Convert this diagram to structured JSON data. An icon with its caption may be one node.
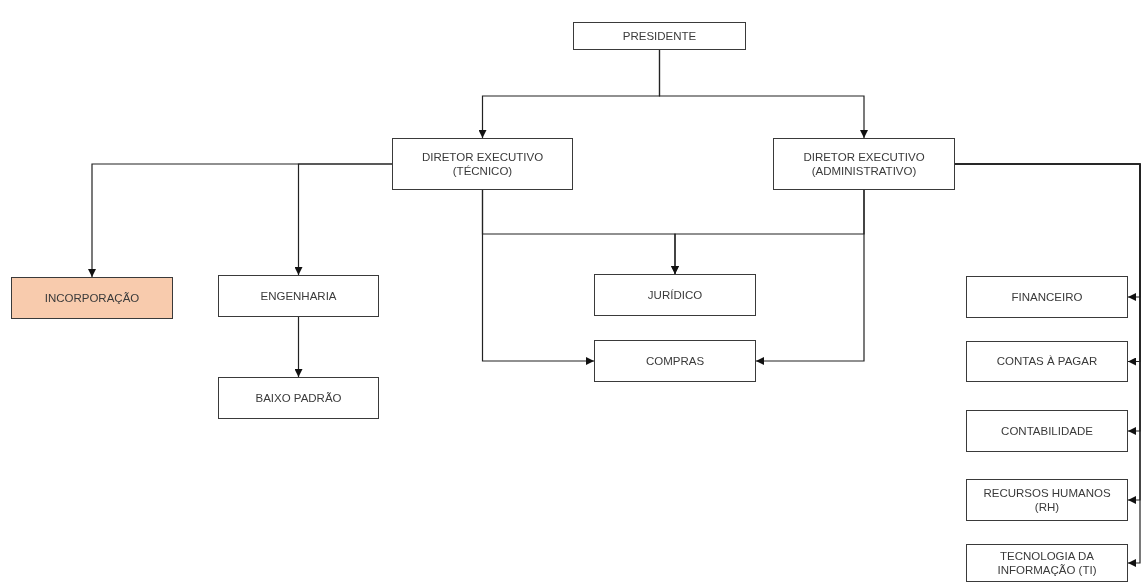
{
  "diagram": {
    "nodes": [
      {
        "text": [
          "PRESIDENTE"
        ]
      },
      {
        "text": [
          "DIRETOR EXECUTIVO (TÉCNICO)"
        ]
      },
      {
        "text": [
          "DIRETOR EXECUTIVO (ADMINISTRATIVO)"
        ]
      },
      {
        "text": [
          "INCORPORAÇÃO"
        ]
      },
      {
        "text": [
          "ENGENHARIA"
        ]
      },
      {
        "text": [
          "JURÍDICO"
        ]
      },
      {
        "text": [
          "COMPRAS"
        ]
      },
      {
        "text": [
          "BAIXO PADRÃO"
        ]
      },
      {
        "text": [
          "FINANCEIRO"
        ]
      },
      {
        "text": [
          "CONTAS À PAGAR"
        ]
      },
      {
        "text": [
          "CONTABILIDADE"
        ]
      },
      {
        "text": [
          "RECURSOS HUMANOS (RH)"
        ]
      },
      {
        "text": [
          "TECNOLOGIA DA INFORMAÇÃO (TI)"
        ]
      }
    ],
    "edges": [
      {
        "from": 0,
        "to": 1,
        "arrow": "to"
      },
      {
        "from": 0,
        "to": 2,
        "arrow": "to"
      },
      {
        "from": 1,
        "to": 3,
        "arrow": "to"
      },
      {
        "from": 1,
        "to": 4,
        "arrow": "to"
      },
      {
        "from": 1,
        "to": 5,
        "arrow": "to"
      },
      {
        "from": 2,
        "to": 5,
        "arrow": "to"
      },
      {
        "from": 1,
        "to": 6,
        "arrow": "to"
      },
      {
        "from": 2,
        "to": 6,
        "arrow": "to"
      },
      {
        "from": 4,
        "to": 7,
        "arrow": "to"
      },
      {
        "from": 2,
        "to": 8,
        "arrow": "to"
      },
      {
        "from": 2,
        "to": 9,
        "arrow": "to"
      },
      {
        "from": 2,
        "to": 10,
        "arrow": "to"
      },
      {
        "from": 2,
        "to": 11,
        "arrow": "to"
      },
      {
        "from": 2,
        "to": 12,
        "arrow": "to"
      }
    ]
  }
}
